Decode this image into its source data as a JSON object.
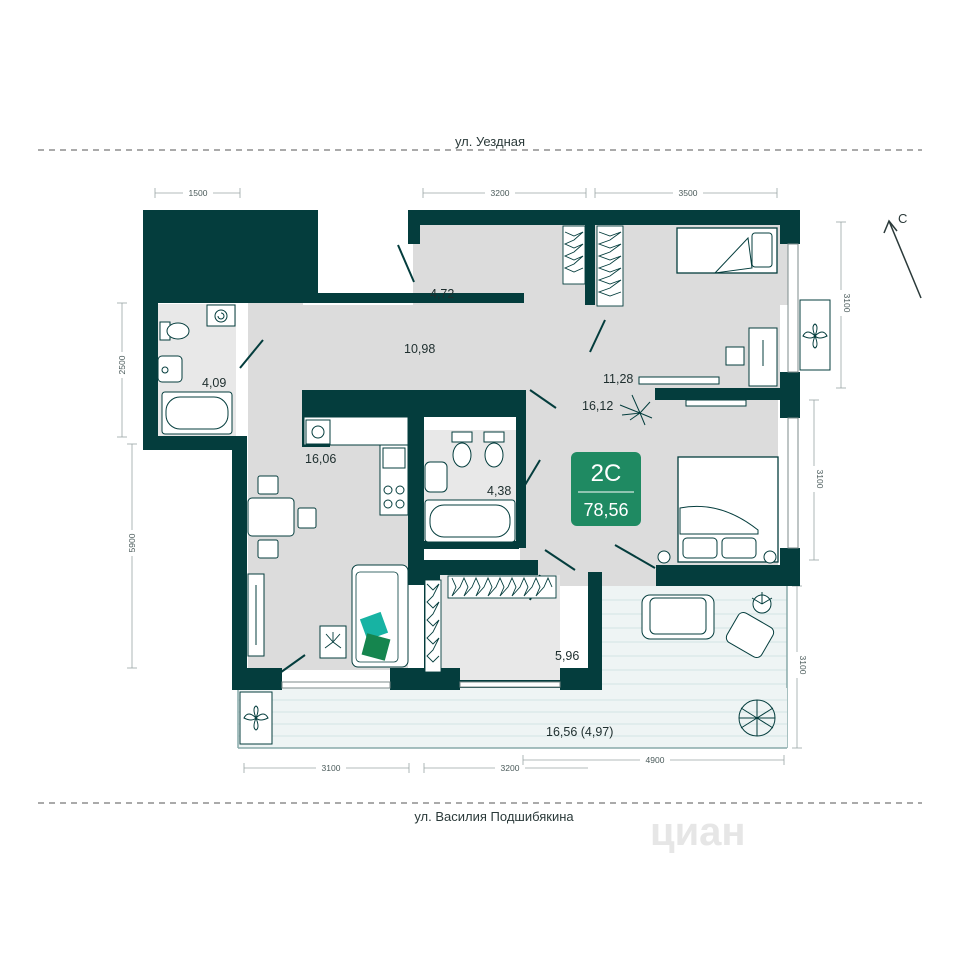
{
  "colors": {
    "wall": "#043d3d",
    "floor": "#dcdcdc",
    "balcony": "#eef4f4",
    "accent": "#1f8a62",
    "leaf_teal": "#17b3a3",
    "leaf_green": "#15854e",
    "dim_line": "#9aa5a5"
  },
  "streets": {
    "north": "ул. Уездная",
    "south": "ул. Василия Подшибякина"
  },
  "compass": {
    "label": "С"
  },
  "apartment": {
    "type": "2С",
    "total_area": "78,56"
  },
  "rooms": [
    {
      "id": "vestibule",
      "area": "4,72"
    },
    {
      "id": "hall",
      "area": "10,98"
    },
    {
      "id": "bathroom-small",
      "area": "4,09"
    },
    {
      "id": "bedroom-small",
      "area": "11,28"
    },
    {
      "id": "corridor",
      "area": "16,12"
    },
    {
      "id": "kitchen-living",
      "area": "16,06"
    },
    {
      "id": "bathroom-large",
      "area": "4,38"
    },
    {
      "id": "wardrobe",
      "area": "5,96"
    },
    {
      "id": "balcony",
      "area": "16,56 (4,97)"
    }
  ],
  "dimensions": {
    "top": [
      "1500",
      "3200",
      "3500"
    ],
    "bottom": [
      "3100",
      "3200",
      "4900"
    ],
    "left": [
      "2500",
      "5900"
    ],
    "right": [
      "3100",
      "3100",
      "3100"
    ]
  },
  "watermark": "циан"
}
